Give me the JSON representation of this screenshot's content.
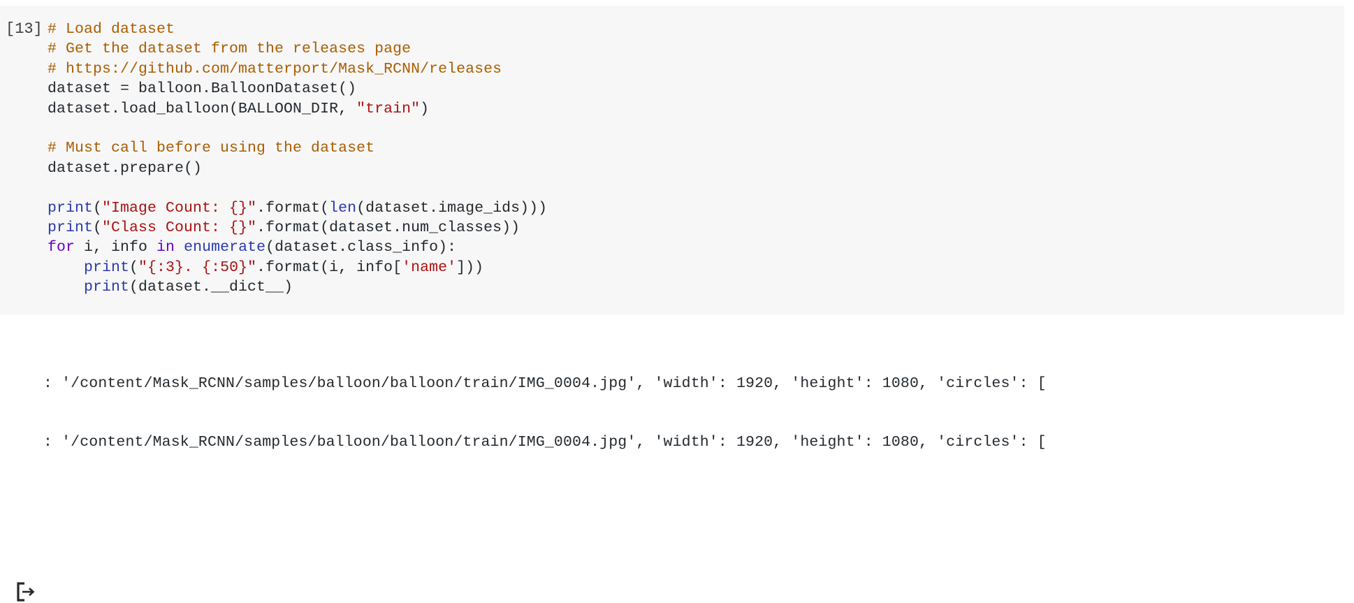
{
  "cell": {
    "execution_count_label": "[13]",
    "background_color": "#f7f7f7",
    "code_lines": [
      {
        "indent": 0,
        "tokens": [
          {
            "t": "comment",
            "s": "# Load dataset"
          }
        ]
      },
      {
        "indent": 0,
        "tokens": [
          {
            "t": "comment",
            "s": "# Get the dataset from the releases page"
          }
        ]
      },
      {
        "indent": 0,
        "tokens": [
          {
            "t": "comment",
            "s": "# https://github.com/matterport/Mask_RCNN/releases"
          }
        ]
      },
      {
        "indent": 0,
        "tokens": [
          {
            "t": "plain",
            "s": "dataset = balloon.BalloonDataset()"
          }
        ]
      },
      {
        "indent": 0,
        "tokens": [
          {
            "t": "plain",
            "s": "dataset.load_balloon(BALLOON_DIR, "
          },
          {
            "t": "string",
            "s": "\"train\""
          },
          {
            "t": "plain",
            "s": ")"
          }
        ]
      },
      {
        "indent": 0,
        "tokens": [
          {
            "t": "plain",
            "s": ""
          }
        ]
      },
      {
        "indent": 0,
        "tokens": [
          {
            "t": "comment",
            "s": "# Must call before using the dataset"
          }
        ]
      },
      {
        "indent": 0,
        "tokens": [
          {
            "t": "plain",
            "s": "dataset.prepare()"
          }
        ]
      },
      {
        "indent": 0,
        "tokens": [
          {
            "t": "plain",
            "s": ""
          }
        ]
      },
      {
        "indent": 0,
        "tokens": [
          {
            "t": "builtin",
            "s": "print"
          },
          {
            "t": "plain",
            "s": "("
          },
          {
            "t": "string",
            "s": "\"Image Count: {}\""
          },
          {
            "t": "plain",
            "s": ".format("
          },
          {
            "t": "builtin",
            "s": "len"
          },
          {
            "t": "plain",
            "s": "(dataset.image_ids)))"
          }
        ]
      },
      {
        "indent": 0,
        "tokens": [
          {
            "t": "builtin",
            "s": "print"
          },
          {
            "t": "plain",
            "s": "("
          },
          {
            "t": "string",
            "s": "\"Class Count: {}\""
          },
          {
            "t": "plain",
            "s": ".format(dataset.num_classes))"
          }
        ]
      },
      {
        "indent": 0,
        "tokens": [
          {
            "t": "keyword",
            "s": "for"
          },
          {
            "t": "plain",
            "s": " i, info "
          },
          {
            "t": "keyword",
            "s": "in"
          },
          {
            "t": "plain",
            "s": " "
          },
          {
            "t": "builtin",
            "s": "enumerate"
          },
          {
            "t": "plain",
            "s": "(dataset.class_info):"
          }
        ]
      },
      {
        "indent": 1,
        "tokens": [
          {
            "t": "builtin",
            "s": "print"
          },
          {
            "t": "plain",
            "s": "("
          },
          {
            "t": "string",
            "s": "\"{:3}. {:50}\""
          },
          {
            "t": "plain",
            "s": ".format(i, info["
          },
          {
            "t": "string",
            "s": "'name'"
          },
          {
            "t": "plain",
            "s": "]))"
          }
        ]
      },
      {
        "indent": 1,
        "tokens": [
          {
            "t": "builtin",
            "s": "print"
          },
          {
            "t": "plain",
            "s": "(dataset.__dict__)"
          }
        ]
      }
    ]
  },
  "output": {
    "icon_name": "output-arrow-icon",
    "lines": [
      "",
      "",
      "",
      ": '/content/Mask_RCNN/samples/balloon/balloon/train/IMG_0004.jpg', 'width': 1920, 'height': 1080, 'circles': [",
      "",
      "",
      ": '/content/Mask_RCNN/samples/balloon/balloon/train/IMG_0004.jpg', 'width': 1920, 'height': 1080, 'circles': [",
      ""
    ]
  },
  "colors": {
    "comment": "#aa5d00",
    "string": "#aa1111",
    "keyword": "#6600cc",
    "builtin": "#2838b0",
    "plain": "#24292e",
    "cell_bg": "#f7f7f7",
    "page_bg": "#ffffff"
  }
}
